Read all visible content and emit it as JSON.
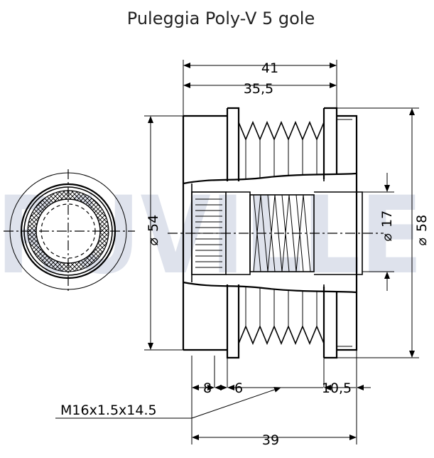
{
  "title": "Puleggia Poly-V 5 gole",
  "watermark": {
    "text": "RUVILLE",
    "color": "#c4ccdd"
  },
  "dimensions": {
    "overall_length": "41",
    "groove_span": "35,5",
    "diameter_inner": "54",
    "diameter_outer": "58",
    "bore_diameter": "17",
    "diameter_symbol": "⌀",
    "front_offset": "8",
    "middle_offset": "6",
    "rear_offset": "10,5",
    "thread": "M16x1.5x14.5",
    "base_length": "39"
  },
  "colors": {
    "line": "#000000",
    "background": "#ffffff",
    "watermark": "#c4ccdd"
  }
}
